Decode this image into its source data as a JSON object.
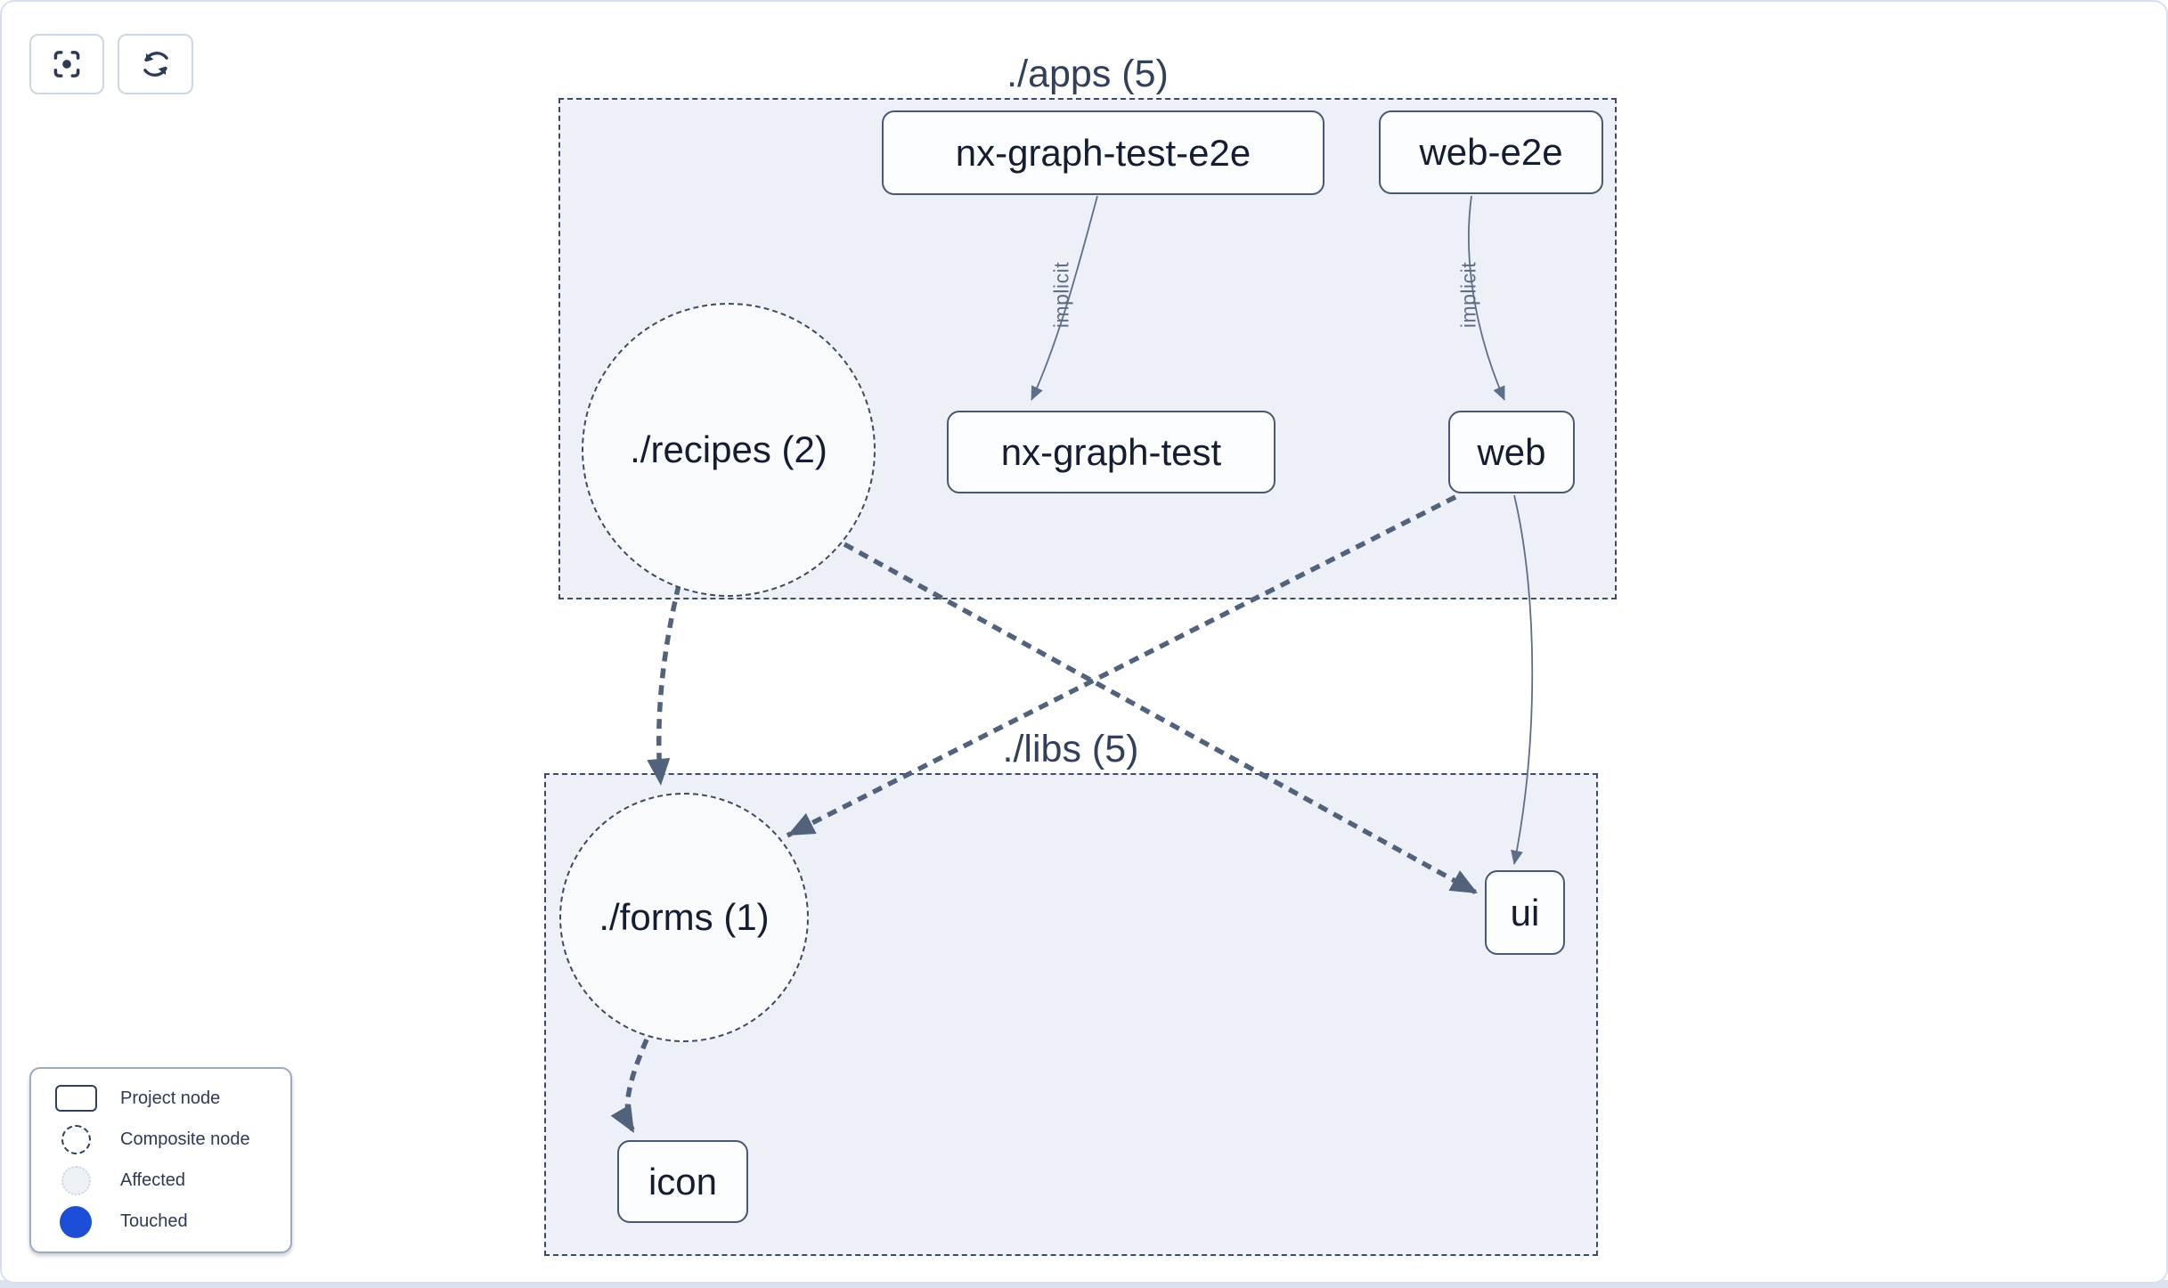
{
  "toolbar": {
    "buttons": [
      {
        "icon": "focus-icon"
      },
      {
        "icon": "refresh-icon"
      }
    ]
  },
  "groups": {
    "apps": {
      "label": "./apps (5)"
    },
    "libs": {
      "label": "./libs (5)"
    }
  },
  "nodes": {
    "nx_graph_test_e2e": {
      "label": "nx-graph-test-e2e",
      "type": "project"
    },
    "web_e2e": {
      "label": "web-e2e",
      "type": "project"
    },
    "recipes": {
      "label": "./recipes (2)",
      "type": "composite"
    },
    "nx_graph_test": {
      "label": "nx-graph-test",
      "type": "project"
    },
    "web": {
      "label": "web",
      "type": "project"
    },
    "forms": {
      "label": "./forms (1)",
      "type": "composite"
    },
    "ui": {
      "label": "ui",
      "type": "project"
    },
    "icon": {
      "label": "icon",
      "type": "project"
    }
  },
  "edges": [
    {
      "from": "nx-graph-test-e2e",
      "to": "nx-graph-test",
      "label": "implicit",
      "style": "solid-thin"
    },
    {
      "from": "web-e2e",
      "to": "web",
      "label": "implicit",
      "style": "solid-thin"
    },
    {
      "from": "web",
      "to": "ui",
      "label": "",
      "style": "solid-thin"
    },
    {
      "from": "./recipes",
      "to": "./forms",
      "label": "",
      "style": "dashed-thick"
    },
    {
      "from": "./recipes",
      "to": "ui",
      "label": "",
      "style": "dashed-thick"
    },
    {
      "from": "web",
      "to": "./forms",
      "label": "",
      "style": "dashed-thick"
    },
    {
      "from": "./forms",
      "to": "icon",
      "label": "",
      "style": "dashed-thick"
    }
  ],
  "legend": {
    "items": [
      {
        "label": "Project node",
        "swatch": "project-rect-swatch"
      },
      {
        "label": "Composite node",
        "swatch": "composite-circle-swatch"
      },
      {
        "label": "Affected",
        "swatch": "affected-circle-swatch"
      },
      {
        "label": "Touched",
        "swatch": "touched-circle-swatch",
        "color": "#1d4ed8"
      }
    ]
  },
  "colors": {
    "touched_blue": "#1d4ed8",
    "edge_thick": "#53627b",
    "edge_thin": "#5f6e88",
    "node_border": "#4a5770",
    "group_background": "#edf1f7",
    "canvas_border": "#d8e0ee"
  }
}
